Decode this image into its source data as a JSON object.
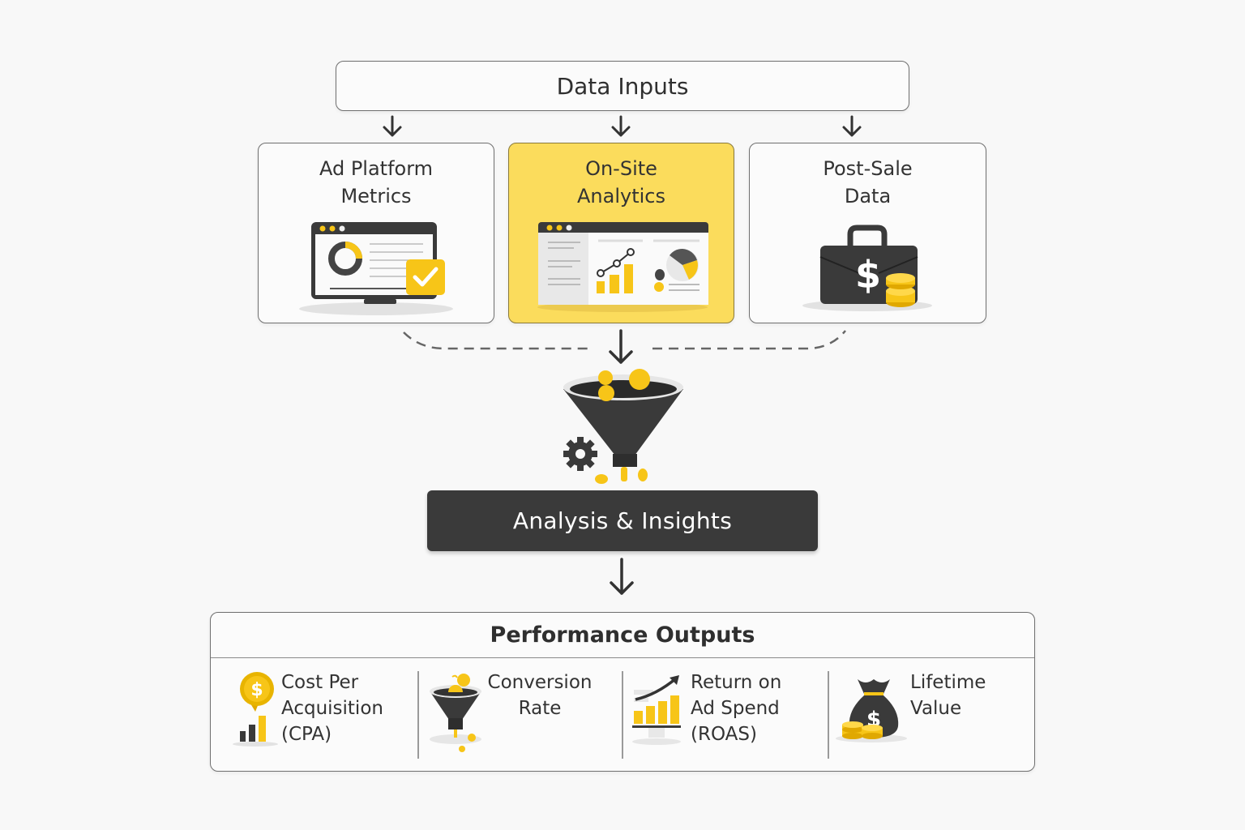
{
  "header": {
    "title": "Data Inputs"
  },
  "inputs": [
    {
      "line1": "Ad Platform",
      "line2": "Metrics",
      "icon": "monitor-dashboard-icon",
      "highlight": false
    },
    {
      "line1": "On-Site",
      "line2": "Analytics",
      "icon": "analytics-dashboard-icon",
      "highlight": true
    },
    {
      "line1": "Post-Sale",
      "line2": "Data",
      "icon": "briefcase-dollar-icon",
      "highlight": false
    }
  ],
  "process": {
    "label": "Analysis & Insights",
    "icon": "funnel-gear-icon"
  },
  "outputs": {
    "title": "Performance Outputs",
    "items": [
      {
        "lines": [
          "Cost Per",
          "Acquisition",
          "(CPA)"
        ],
        "icon": "dollar-coin-bar-chart-icon"
      },
      {
        "lines": [
          "Conversion",
          "Rate"
        ],
        "icon": "funnel-coins-icon"
      },
      {
        "lines": [
          "Return on",
          "Ad Spend",
          "(ROAS)"
        ],
        "icon": "growth-chart-icon"
      },
      {
        "lines": [
          "Lifetime",
          "Value"
        ],
        "icon": "money-bag-icon"
      }
    ]
  },
  "colors": {
    "accent": "#f7c518",
    "highlight_card": "#fbdc5c",
    "dark": "#3a3a3a",
    "background": "#f8f8f8"
  }
}
